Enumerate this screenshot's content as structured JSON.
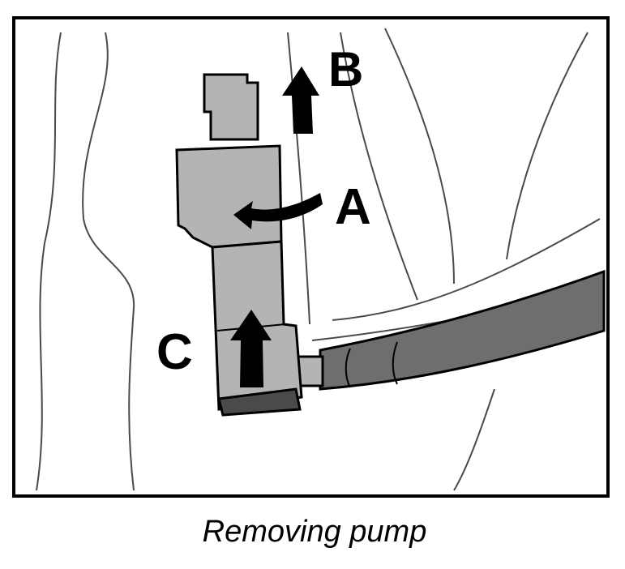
{
  "labels": {
    "a": "A",
    "b": "B",
    "c": "C"
  },
  "caption": "Removing pump",
  "colors": {
    "frame": "#000000",
    "pump_body": "#b4b4b4",
    "hose": "#6e6e6e",
    "arrow": "#000000",
    "line": "#4a4a4a"
  }
}
